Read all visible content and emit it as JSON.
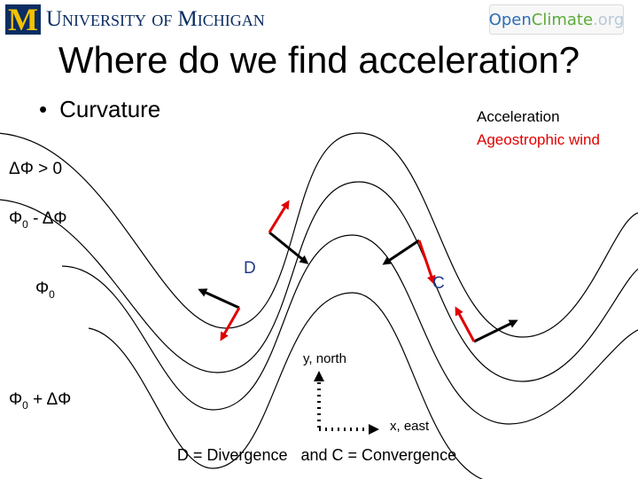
{
  "logos": {
    "university_m": "M",
    "university_text": "University of Michigan",
    "openclimate_part1": "Open",
    "openclimate_part2": "Climate",
    "openclimate_part3": ".org"
  },
  "title": "Where do we find acceleration?",
  "bullet": {
    "marker": "•",
    "text": "Curvature"
  },
  "legend": {
    "acceleration": "Acceleration",
    "ageostrophic": "Ageostrophic wind"
  },
  "contours": {
    "top": {
      "prefix": "ΔΦ",
      "suffix": " > 0"
    },
    "second": {
      "base": "Φ",
      "sub": "0",
      "rest": " - ΔΦ"
    },
    "third": {
      "base": "Φ",
      "sub": "0",
      "rest": ""
    },
    "bottom": {
      "base": "Φ",
      "sub": "0",
      "rest": " + ΔΦ"
    }
  },
  "points": {
    "d": "D",
    "c": "C"
  },
  "axes": {
    "y": "y, north",
    "x": "x, east"
  },
  "footnote": "D = Divergence   and C = Convergence",
  "colors": {
    "ageostrophic": "#e00000",
    "acceleration": "#000000",
    "contour": "#000000",
    "logo_blue": "#0b2d63",
    "logo_maize": "#f2c200"
  },
  "icons": {
    "acceleration_arrow": "black-arrow",
    "ageostrophic_arrow": "red-arrow",
    "axis_arrow": "triangle-arrowhead"
  }
}
